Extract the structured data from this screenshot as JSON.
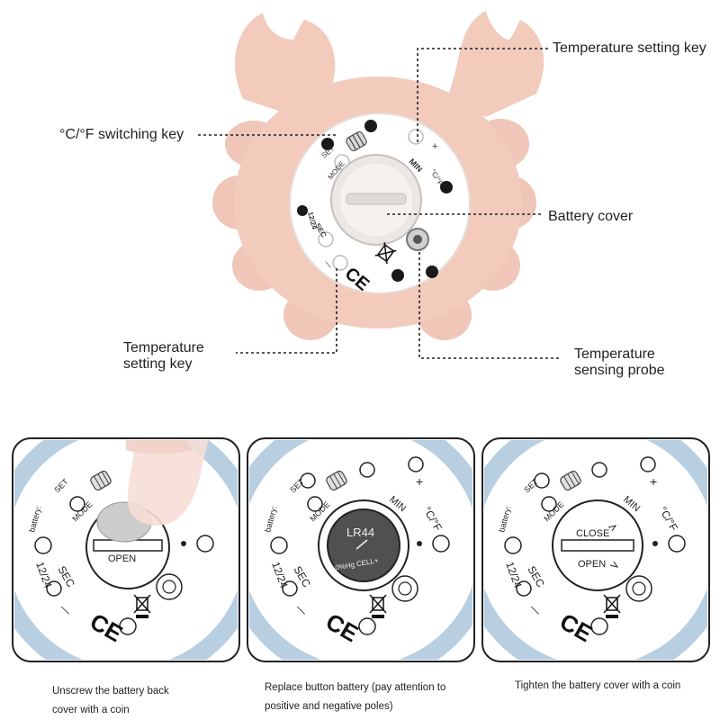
{
  "callouts": {
    "temp_key_top": "Temperature setting key",
    "cf_switch": "°C/°F switching key",
    "battery_cover": "Battery cover",
    "temp_key_bottom_1": "Temperature",
    "temp_key_bottom_2": "setting key",
    "probe_1": "Temperature",
    "probe_2": "sensing probe"
  },
  "device_labels": {
    "set": "SET",
    "mode": "MODE",
    "min": "MIN",
    "plus": "+",
    "minus": "—",
    "cf": "°C/°F",
    "hr": "12/24",
    "sec": "SEC",
    "battery": "battery:",
    "open": "OPEN",
    "close": "CLOSE",
    "ce": "CE"
  },
  "battery": {
    "model": "LR44",
    "text": "0%Hg CELL+"
  },
  "steps": [
    {
      "caption_1": "Unscrew the battery back",
      "caption_2": "cover with a coin"
    },
    {
      "caption_1": "Replace button battery (pay attention to",
      "caption_2": "positive and negative poles)"
    },
    {
      "caption_1": "Tighten the battery cover with a coin",
      "caption_2": ""
    }
  ],
  "colors": {
    "crab_body": "#f2cbbd",
    "panel_ring": "#b8cfe2",
    "panel_face": "#ffffff",
    "callout_line": "#222222"
  }
}
